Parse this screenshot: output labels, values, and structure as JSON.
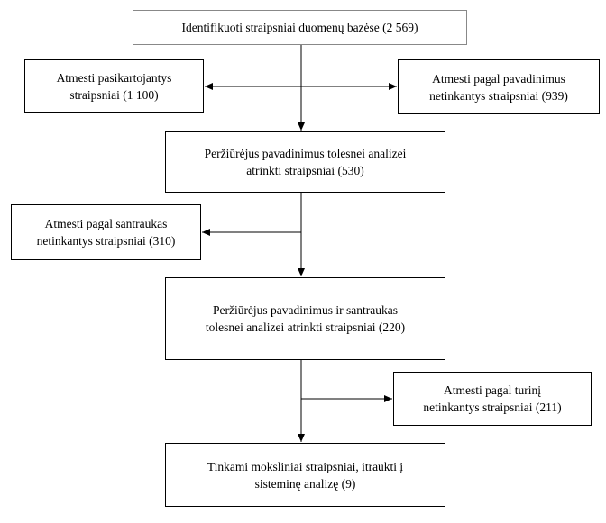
{
  "boxes": {
    "identified": [
      "Identifikuoti straipsniai duomenų bazėse (2 569)"
    ],
    "duplicates": [
      "Atmesti pasikartojantys",
      "straipsniai (1 100)"
    ],
    "title_rejected": [
      "Atmesti pagal pavadinimus",
      "netinkantys straipsniai (939)"
    ],
    "title_selected": [
      "Peržiūrėjus pavadinimus tolesnei analizei",
      "atrinkti straipsniai (530)"
    ],
    "abstract_rejected": [
      "Atmesti pagal santraukas",
      "netinkantys straipsniai (310)"
    ],
    "abstract_selected": [
      "Peržiūrėjus pavadinimus ir santraukas",
      "tolesnei analizei atrinkti straipsniai (220)"
    ],
    "content_rejected": [
      "Atmesti pagal turinį",
      "netinkantys straipsniai (211)"
    ],
    "included": [
      "Tinkami moksliniai straipsniai, įtraukti į",
      "sisteminę analizę (9)"
    ]
  },
  "colors": {
    "line": "#000000",
    "top_box_border": "#888888"
  }
}
